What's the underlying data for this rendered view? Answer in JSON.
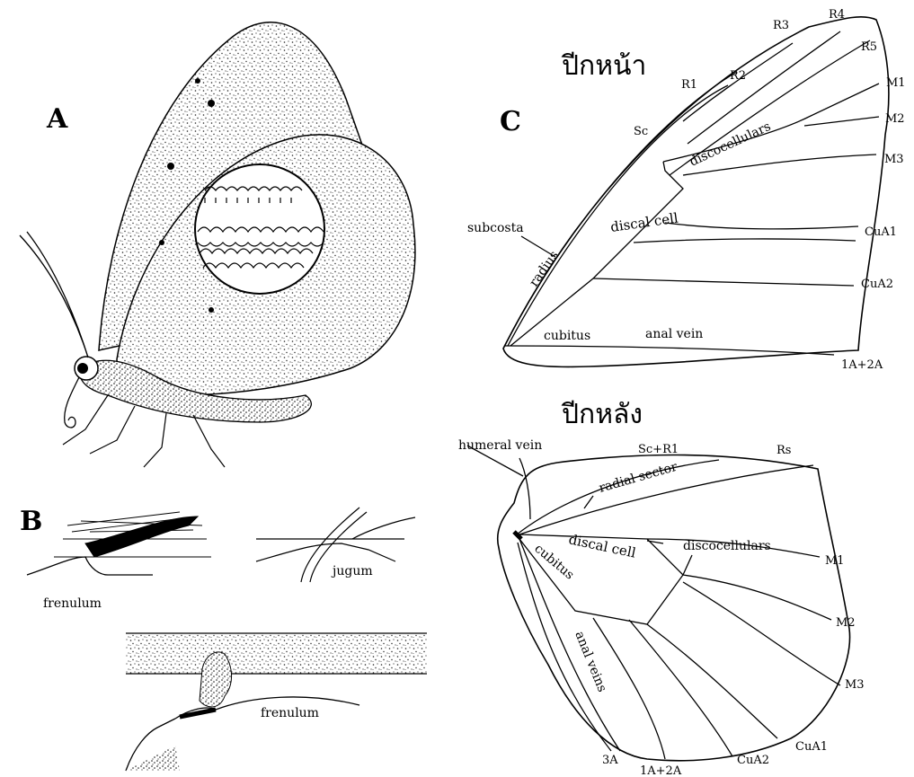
{
  "panels": {
    "a": {
      "letter": "A"
    },
    "b": {
      "letter": "B",
      "labels": {
        "frenulum_top": "frenulum",
        "jugum": "jugum",
        "frenulum_bottom": "frenulum"
      }
    },
    "c": {
      "letter": "C"
    }
  },
  "forewing": {
    "title": "ปีกหน้า",
    "veins": {
      "r4": "R4",
      "r3": "R3",
      "r5": "R5",
      "r2": "R2",
      "r1": "R1",
      "m1": "M1",
      "m2": "M2",
      "m3": "M3",
      "sc": "Sc",
      "cua1": "CuA1",
      "cua2": "CuA2",
      "a12": "1A+2A"
    },
    "labels": {
      "discocellulars": "discocellulars",
      "subcosta": "subcosta",
      "discal_cell": "discal cell",
      "radius": "radius",
      "cubitus": "cubitus",
      "anal_vein": "anal vein"
    }
  },
  "hindwing": {
    "title": "ปีกหลัง",
    "veins": {
      "scr1": "Sc+R1",
      "rs": "Rs",
      "m1": "M1",
      "m2": "M2",
      "m3": "M3",
      "cua1": "CuA1",
      "cua2": "CuA2",
      "a12": "1A+2A",
      "a3": "3A"
    },
    "labels": {
      "humeral_vein": "humeral vein",
      "radial_sector": "radial sector",
      "discal_cell": "discal cell",
      "discocellulars": "discocellulars",
      "cubitus": "cubitus",
      "anal_veins": "anal veins"
    }
  }
}
